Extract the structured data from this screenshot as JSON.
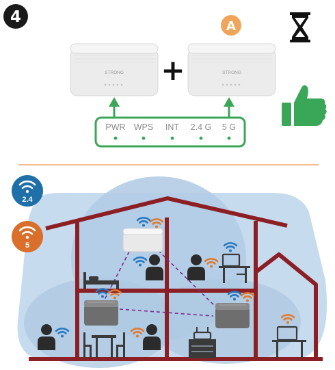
{
  "step": {
    "number": "4"
  },
  "node_badge": {
    "letter": "A"
  },
  "brand": {
    "name": "STRONG"
  },
  "plus": {
    "symbol": "+"
  },
  "led_panel": {
    "labels": [
      "PWR",
      "WPS",
      "INT",
      "2.4 G",
      "5 G"
    ],
    "led_color": "#3aa657",
    "border_color": "#3aa657"
  },
  "band_badges": [
    {
      "label": "2.4",
      "color": "#1f6fa8"
    },
    {
      "label": "5",
      "color": "#d96f2b"
    }
  ],
  "colors": {
    "house": "#8b1f24",
    "coverage": "#bcd3ea",
    "green": "#3aa657",
    "orange_badge": "#f0a65a",
    "divider": "#f2a86a",
    "wifi_blue": "#2778c0",
    "wifi_orange": "#e07a2e",
    "link_line": "#7a2a8a"
  },
  "icons": [
    "step-badge",
    "node-a-badge",
    "hourglass-icon",
    "thumbs-up-icon",
    "wifi-icon",
    "router-icon",
    "laptop-icon",
    "bed-icon",
    "table-icon",
    "person-icon"
  ]
}
